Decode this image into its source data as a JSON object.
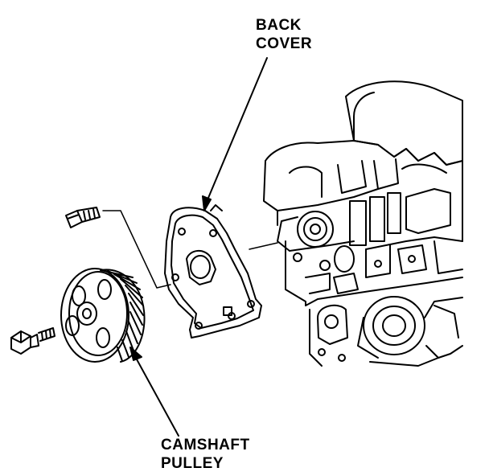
{
  "labels": {
    "back_cover": {
      "line1": "BACK",
      "line2": "COVER"
    },
    "camshaft_pulley": {
      "line1": "CAMSHAFT",
      "line2": "PULLEY"
    }
  },
  "colors": {
    "ink": "#000000",
    "paper": "#ffffff"
  }
}
